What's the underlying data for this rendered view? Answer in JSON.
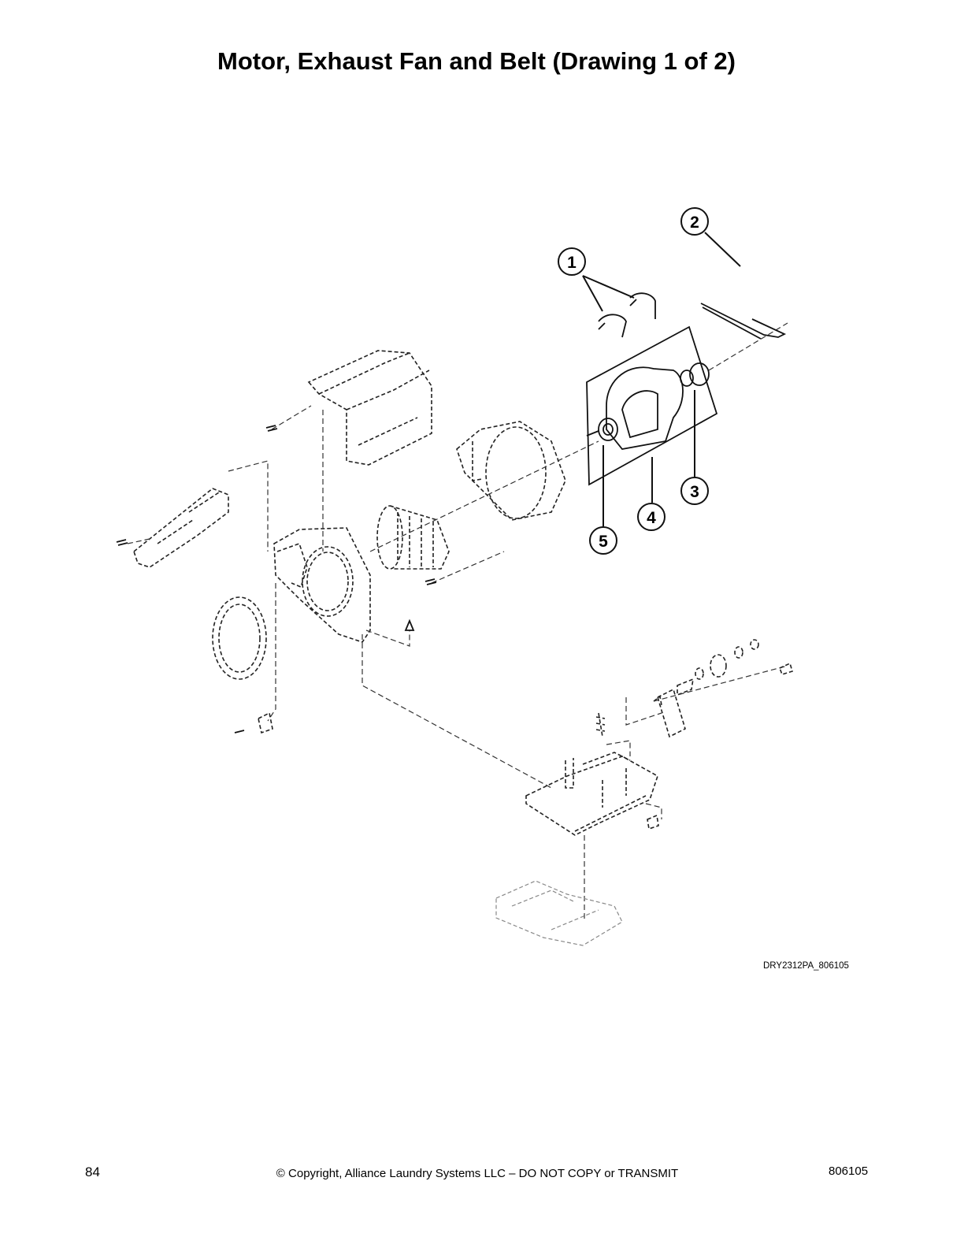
{
  "page": {
    "title": "Motor, Exhaust Fan and Belt (Drawing 1 of 2)",
    "drawing_id": "DRY2312PA_806105",
    "page_number": "84",
    "copyright": "© Copyright, Alliance Laundry Systems LLC – DO NOT COPY or TRANSMIT",
    "document_number": "806105"
  },
  "callouts": [
    {
      "label": "1"
    },
    {
      "label": "2"
    },
    {
      "label": "3"
    },
    {
      "label": "4"
    },
    {
      "label": "5"
    }
  ]
}
